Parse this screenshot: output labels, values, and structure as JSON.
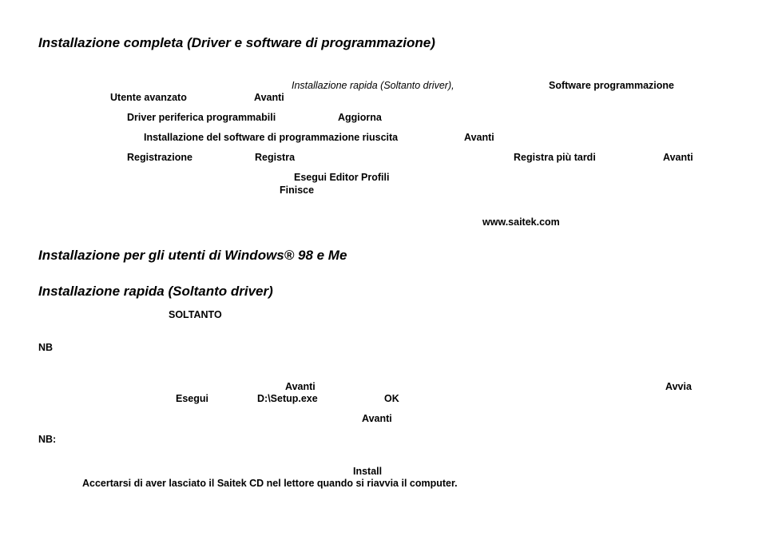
{
  "sections": {
    "full_install": {
      "heading": "Installazione completa (Driver e software di programmazione)",
      "quick_install_ref": "Installazione rapida (Soltanto driver),",
      "programming_software": "Software programmazione",
      "advanced_user": "Utente avanzato",
      "next_1": "Avanti",
      "programmable_device_driver": "Driver periferica programmabili",
      "update": "Aggiorna",
      "software_install_success": "Installazione del software di programmazione riuscita",
      "next_2": "Avanti",
      "registration": "Registrazione",
      "register": "Registra",
      "register_later": "Registra più tardi",
      "next_3": "Avanti",
      "run_profile_editor": "Esegui Editor Profili",
      "finish": "Finisce",
      "website": "www.saitek.com"
    },
    "win98_install": {
      "heading": "Installazione per gli utenti di Windows® 98 e Me"
    },
    "quick_install": {
      "heading": "Installazione rapida (Soltanto driver)",
      "only": "SOLTANTO",
      "nb_1": "NB",
      "next_4": "Avanti",
      "start": "Avvia",
      "run": "Esegui",
      "setup_path": "D:\\Setup.exe",
      "ok": "OK",
      "next_5": "Avanti",
      "nb_2": "NB:",
      "install": "Install",
      "cd_note": "Accertarsi di aver lasciato il Saitek CD nel lettore quando si riavvia il computer."
    }
  }
}
